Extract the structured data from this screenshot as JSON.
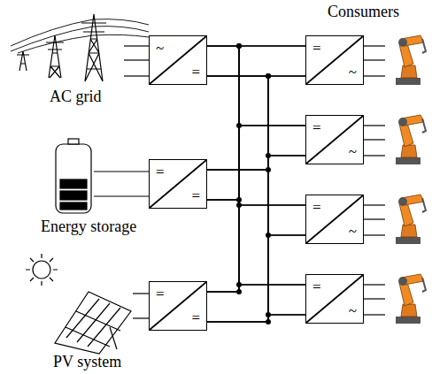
{
  "diagram": {
    "nodes": [
      {
        "text": [
          "~",
          "="
        ]
      },
      {
        "text": [
          "=",
          "="
        ]
      },
      {
        "text": [
          "=",
          "="
        ]
      },
      {
        "text": [
          "=",
          "~"
        ]
      },
      {
        "text": [
          "=",
          "~"
        ]
      },
      {
        "text": [
          "=",
          "~"
        ]
      },
      {
        "text": [
          "=",
          "~"
        ]
      }
    ],
    "edges": [
      {
        "from": 0,
        "to": 3,
        "arrow": "none"
      },
      {
        "from": 0,
        "to": 4,
        "arrow": "none"
      },
      {
        "from": 0,
        "to": 5,
        "arrow": "none"
      },
      {
        "from": 0,
        "to": 6,
        "arrow": "none"
      },
      {
        "from": 1,
        "to": 3,
        "arrow": "none"
      },
      {
        "from": 1,
        "to": 4,
        "arrow": "none"
      },
      {
        "from": 1,
        "to": 5,
        "arrow": "none"
      },
      {
        "from": 1,
        "to": 6,
        "arrow": "none"
      },
      {
        "from": 2,
        "to": 3,
        "arrow": "none"
      },
      {
        "from": 2,
        "to": 4,
        "arrow": "none"
      },
      {
        "from": 2,
        "to": 5,
        "arrow": "none"
      },
      {
        "from": 2,
        "to": 6,
        "arrow": "none"
      }
    ],
    "labels": [
      "Consumers",
      "AC grid",
      "Energy storage",
      "PV system"
    ]
  }
}
